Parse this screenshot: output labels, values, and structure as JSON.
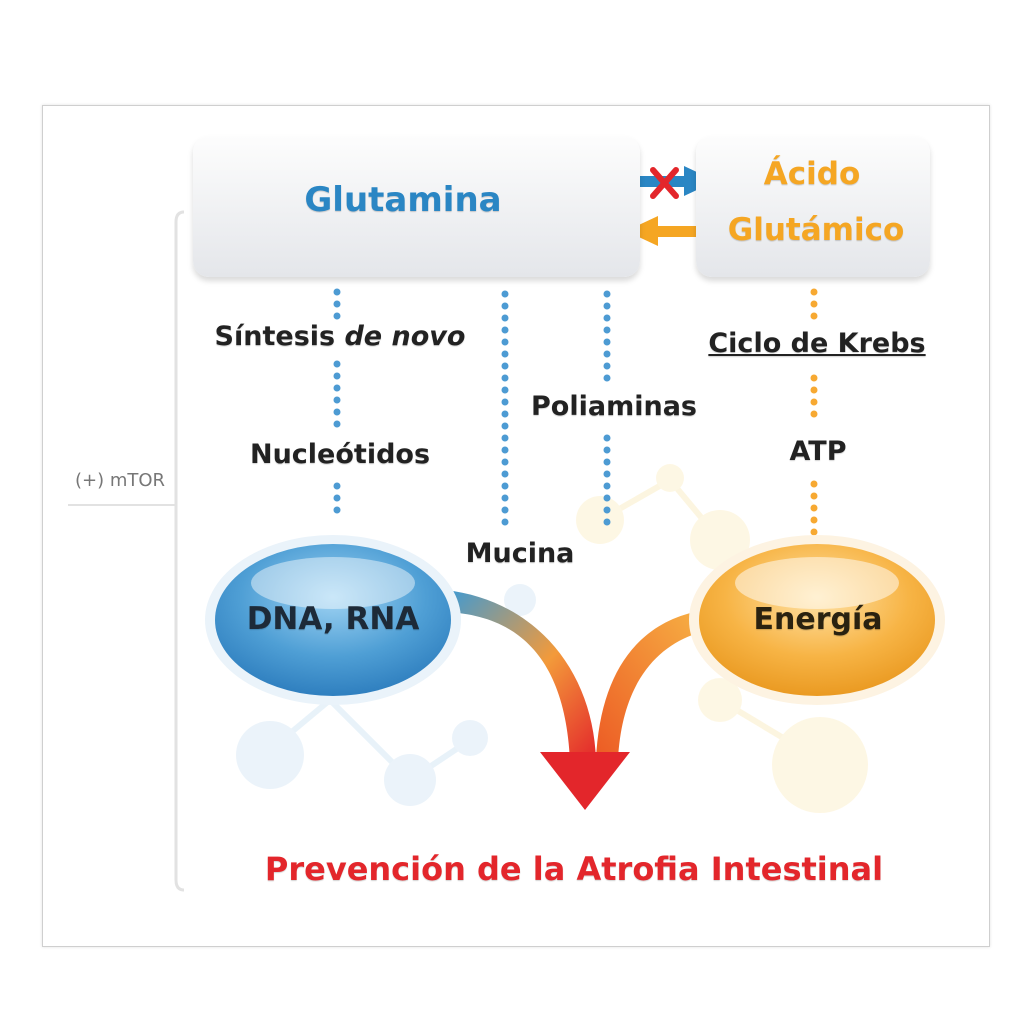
{
  "diagram": {
    "source": "Glutamina",
    "target_lines": [
      "Ácido",
      "Glutámico"
    ],
    "regulator": "(+) mTOR",
    "left_col": {
      "line1_plain": "Síntesis ",
      "line1_italic": "de novo",
      "line2": "Nucleótidos"
    },
    "mid_col": "Mucina",
    "right_mid_col": "Poliaminas",
    "right_col": {
      "line1": "Ciclo de Krebs",
      "line2": "ATP"
    },
    "node_left": "DNA, RNA",
    "node_right": "Energía",
    "outcome": "Prevención de la Atrofia Intestinal"
  },
  "colors": {
    "blue": "#2a86c4",
    "orange": "#f5a623",
    "red": "#e3262b",
    "dots_blue": "#4d9bd3",
    "dots_orange": "#f7a932"
  }
}
